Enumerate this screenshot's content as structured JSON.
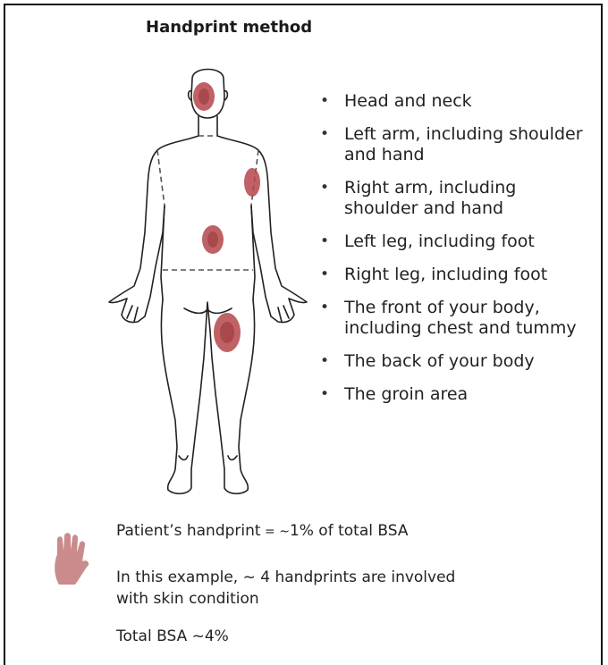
{
  "title": "Handprint method",
  "regions": [
    "Head and neck",
    "Left arm, including shoulder and hand",
    "Right arm, including shoulder and hand",
    "Left leg, including foot",
    "Right leg, including foot",
    "The front of your body, including chest and tummy",
    "The back of your body",
    "The groin area"
  ],
  "legend": {
    "handprint_prefix": "Patient’s handprint",
    "handprint_eq": " = ~",
    "handprint_value": "1% of total BSA",
    "example_prefix": "In this example, ",
    "example_tilde": "~",
    "example_text": " 4 handprints are involved with skin condition",
    "total": "Total BSA ~4%"
  },
  "colors": {
    "patch": "#b5474a",
    "hand": "#c98b8b",
    "outline": "#222222"
  }
}
